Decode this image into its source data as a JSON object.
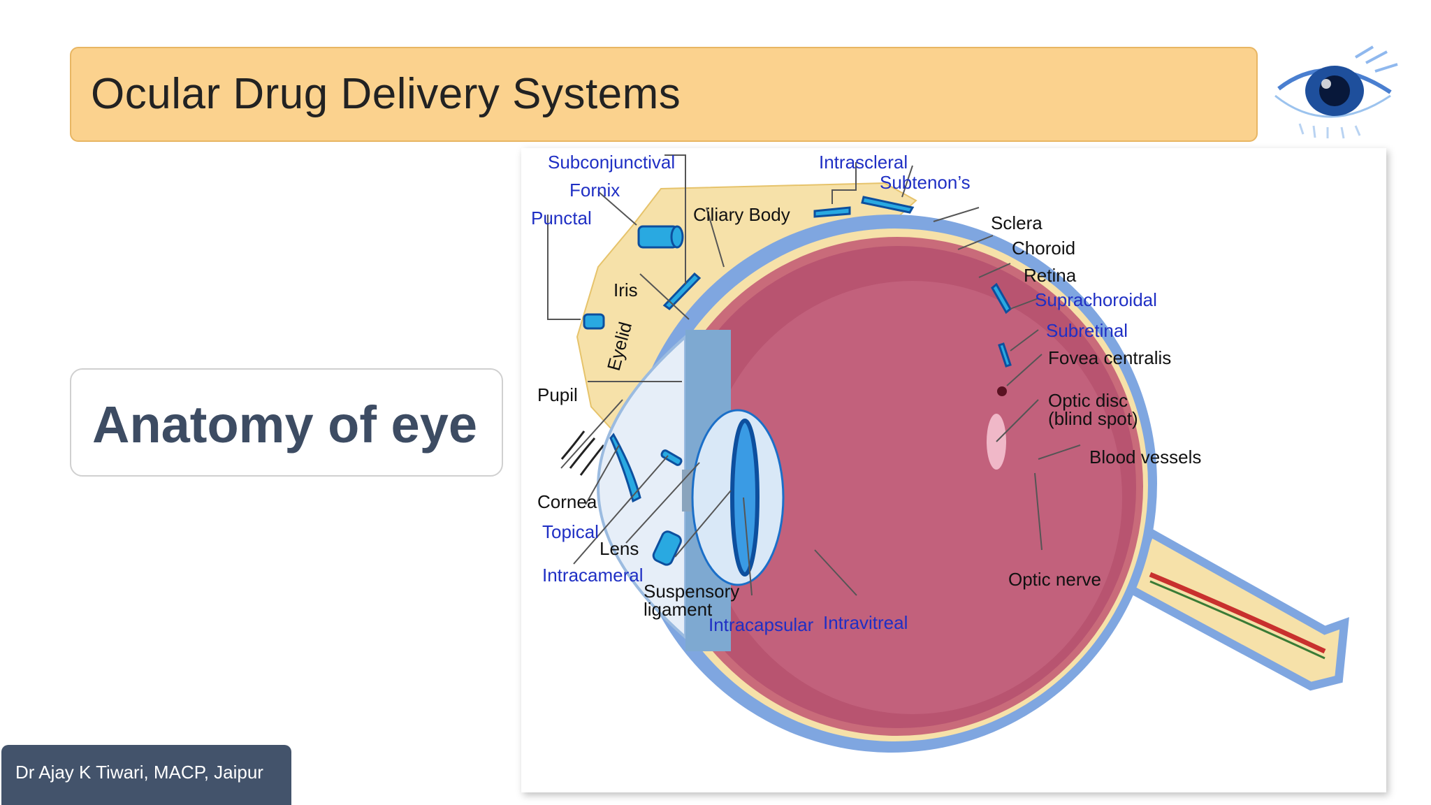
{
  "header": {
    "title": "Ocular Drug Delivery Systems",
    "logo_icon": "eye-icon"
  },
  "subtitle": "Anatomy of eye",
  "footer": {
    "author": "Dr Ajay K Tiwari, MACP, Jaipur"
  },
  "diagram": {
    "eyelid_text": "Eyelid",
    "labels": {
      "subconjunctival": "Subconjunctival",
      "fornix": "Fornix",
      "punctal": "Punctal",
      "ciliary_body": "Ciliary Body",
      "intrascleral": "Intrascleral",
      "subtenons": "Subtenon’s",
      "sclera": "Sclera",
      "choroid": "Choroid",
      "retina": "Retina",
      "suprachoroidal": "Suprachoroidal",
      "subretinal": "Subretinal",
      "fovea": "Fovea centralis",
      "optic_disc_1": "Optic disc",
      "optic_disc_2": "(blind spot)",
      "blood_vessels": "Blood vessels",
      "optic_nerve": "Optic nerve",
      "iris": "Iris",
      "pupil": "Pupil",
      "cornea": "Cornea",
      "topical": "Topical",
      "lens": "Lens",
      "intracameral": "Intracameral",
      "suspensory_1": "Suspensory",
      "suspensory_2": "ligament",
      "intracapsular": "Intracapsular",
      "intravitreal": "Intravitreal"
    },
    "colors": {
      "route_label": "#1f2fc4",
      "anatomy_label": "#111111",
      "implant": "#29a9e1"
    }
  }
}
